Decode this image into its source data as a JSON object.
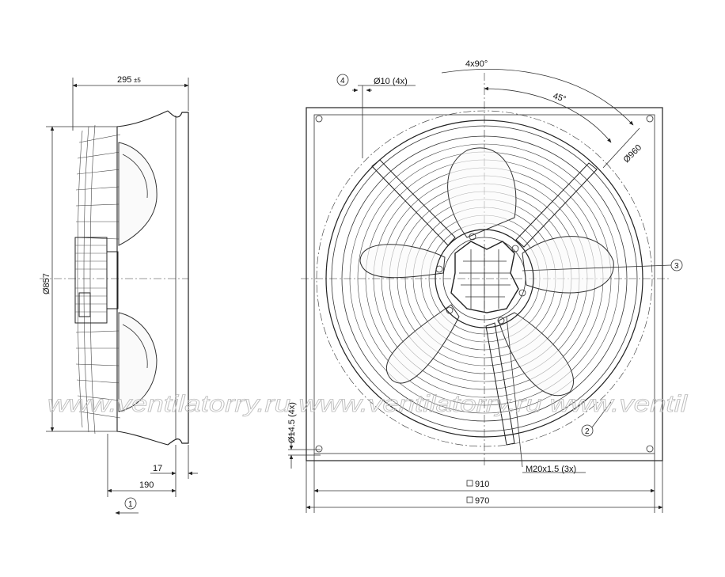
{
  "dimensions": {
    "side_depth": "295",
    "side_depth_tol": "±5",
    "side_diameter": "Ø857",
    "flange_thickness": "17",
    "mount_depth": "190",
    "hole_small": "Ø10 (4x)",
    "hole_large": "Ø14.5 (4x)",
    "angle_pattern": "4x90°",
    "angle_half": "45°",
    "bolt_circle": "Ø960",
    "thread": "M20x1.5 (3x)",
    "inner_square": "910",
    "outer_square": "970"
  },
  "callouts": {
    "c1": "1",
    "c2": "2",
    "c3": "3",
    "c4": "4"
  },
  "watermark": "www.ventilatorry.ru   www.ventilatorry.ru   www.ventil"
}
